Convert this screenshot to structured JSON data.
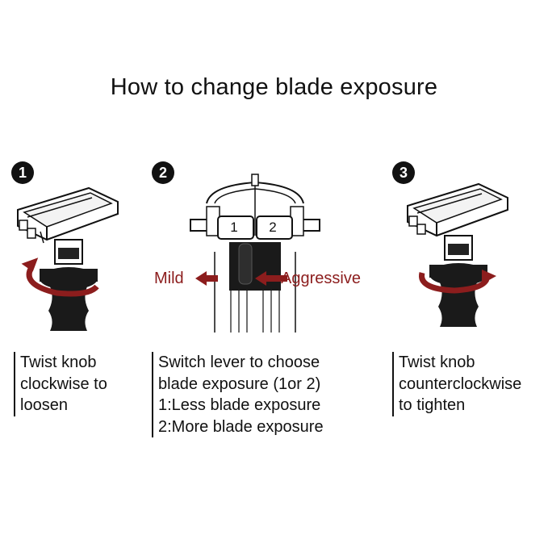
{
  "title": "How to change blade exposure",
  "steps": [
    {
      "number": "1",
      "lines": [
        "Twist knob",
        "clockwise to",
        "loosen"
      ]
    },
    {
      "number": "2",
      "lines": [
        "Switch lever to choose",
        "blade exposure (1or 2)",
        "1:Less blade exposure",
        "2:More blade exposure"
      ],
      "lever_labels": [
        "1",
        "2"
      ],
      "arrows": {
        "left": "Mild",
        "right": "Aggressive"
      }
    },
    {
      "number": "3",
      "lines": [
        "Twist knob",
        "counterclockwise",
        "to tighten"
      ]
    }
  ],
  "colors": {
    "arrow": "#8c1d1d",
    "ink": "#111111"
  }
}
